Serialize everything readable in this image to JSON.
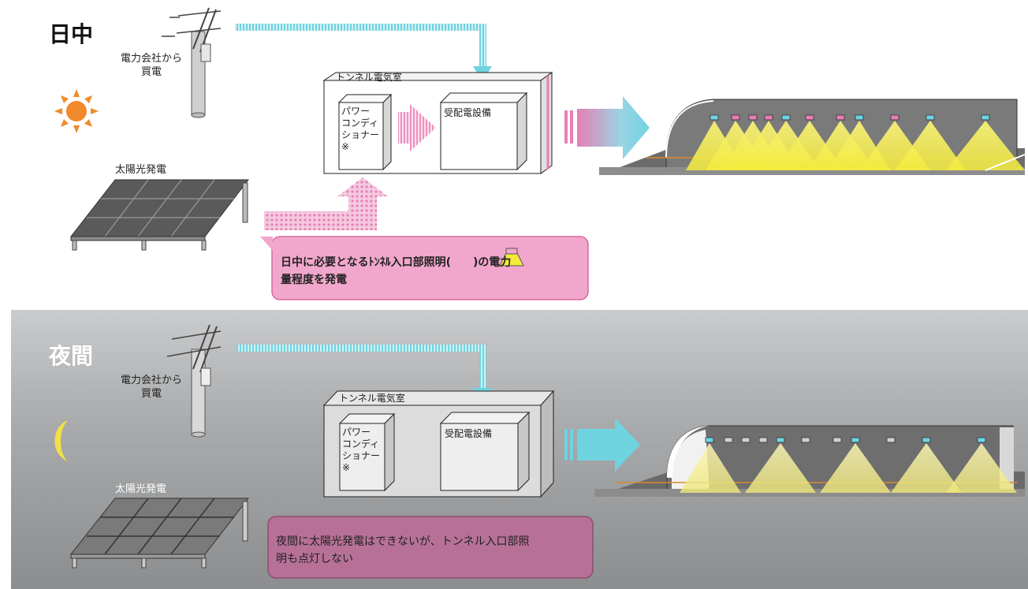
{
  "day": {
    "title": "日中",
    "utility_label": "電力会社から\n買電",
    "solar_label": "太陽光発電",
    "room_label": "トンネル電気室",
    "pcs_label": "パワー\nコンディ\nショナー\n※",
    "switchgear_label": "受配電設備",
    "note": "日中に必要となるﾄﾝﾈﾙ入口部照明(　　)の電力\n量程度を発電"
  },
  "night": {
    "title": "夜間",
    "utility_label": "電力会社から\n買電",
    "solar_label": "太陽光発電",
    "room_label": "トンネル電気室",
    "pcs_label": "パワー\nコンディ\nショナー\n※",
    "switchgear_label": "受配電設備",
    "note": "夜間に太陽光発電はできないが、トンネル入口部照\n明も点灯しない"
  },
  "colors": {
    "pink": "#e77fb5",
    "cyan": "#6fd3e0",
    "sun": "#f08a2a",
    "moon": "#f2e04a",
    "light_yellow": "#f4ec3c"
  },
  "icons": [
    "sun-icon",
    "moon-icon",
    "utility-pole-icon",
    "solar-panel-icon",
    "tunnel-icon",
    "lamp-icon"
  ]
}
